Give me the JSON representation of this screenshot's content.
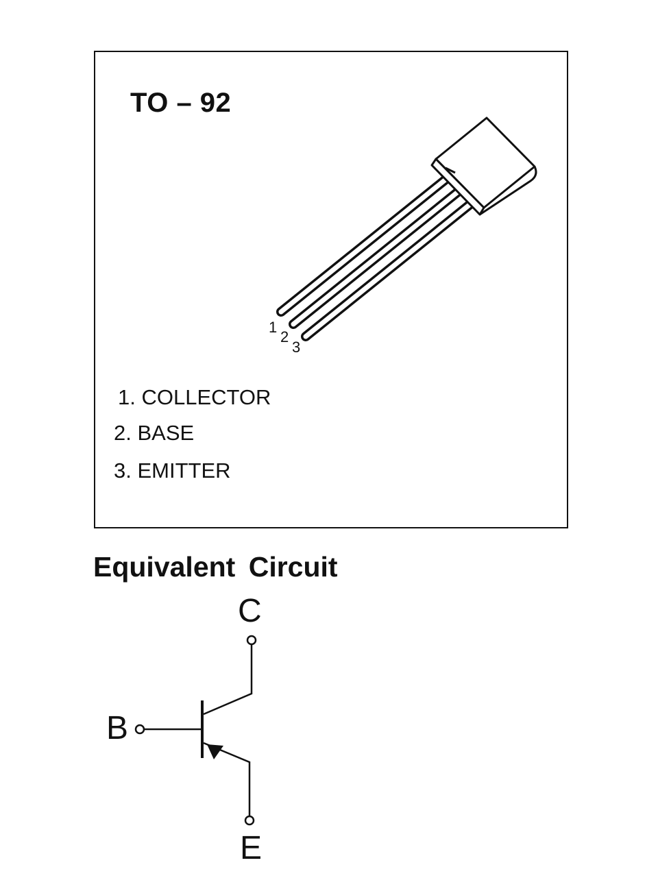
{
  "package": {
    "title": "TO – 92",
    "pin_numbers": [
      "1",
      "2",
      "3"
    ],
    "pins": [
      {
        "label": "1. COLLECTOR"
      },
      {
        "label": "2. BASE"
      },
      {
        "label": "3. EMITTER"
      }
    ]
  },
  "circuit": {
    "title": "Equivalent  Circuit",
    "terminals": {
      "collector": "C",
      "base": "B",
      "emitter": "E"
    }
  }
}
